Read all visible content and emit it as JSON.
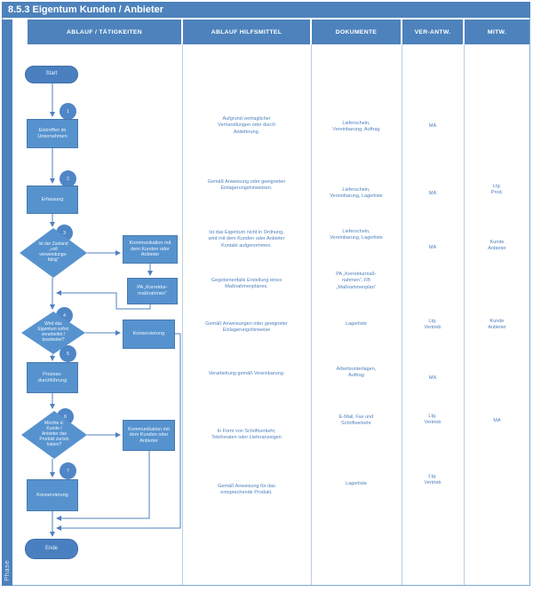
{
  "title": "8.5.3 Eigentum Kunden / Anbieter",
  "phase_label": "Phase",
  "columns": {
    "activities": "ABLAUF / TÄTIGKEITEN",
    "tools": "ABLAUF HILFSMITTEL",
    "documents": "DOKUMENTE",
    "responsible": "VER-ANTW.",
    "participants": "MITW."
  },
  "flow": {
    "start": "Start",
    "end": "Ende",
    "step1": {
      "num": "1",
      "label": "Eintreffen im\nUnternehmen"
    },
    "step2": {
      "num": "2",
      "label": "Erfassung"
    },
    "step3": {
      "num": "3",
      "label": "Ist der Zustand\n„voll\nverwendungs-\nfähig“"
    },
    "step4": {
      "num": "4",
      "label": "Wird das\nEigentum sofort\nverarbeitet /\nbearbeitet?"
    },
    "step5": {
      "num": "5",
      "label": "Prozess-\ndurchführung"
    },
    "step6": {
      "num": "6",
      "label": "Möchte d.\nKunde /\nAnbieter das\nProdukt zurück\nhaben?"
    },
    "step7": {
      "num": "7",
      "label": "Konservierung"
    },
    "box_komm3": "Kommunikation mit\ndem Kunden oder\nAnbieter",
    "box_pa": "PA „Korrektur-\nmaßnahmen“",
    "box_konservierung": "Konservierung",
    "box_komm6": "Kommunikation mit\ndem Kunden oder\nAnbieter"
  },
  "tools_col": {
    "t1": "Aufgrund vertraglicher\nVerhandlungen oder durch\nAnlieferung.",
    "t2": "Gemäß Anweisung oder geeigneten\nEinlagerungshinweisen.",
    "t3": "Ist das Eigentum nicht in Ordnung,\nwird mit dem Kunden oder Anbieter\nKontakt aufgenommen.",
    "t4": "Gegebenenfalls Erstellung eines\nMaßnahmenplanes.",
    "t5": "Gemäß Anweisungen oder geeigneter\nEinlagerungshinweise",
    "t6": "Verarbeitung gemäß Vereinbarung.",
    "t7": "In Form von Schriftverkehr,\nTelefonaten oder Lieferanzeigen",
    "t8": "Gemäß Anweisung für das\nentsprechende Produkt."
  },
  "documents_col": {
    "d1": "Lieferschein,\nVereinbarung, Auftrag",
    "d2": "Lieferschein,\nVereinbarung, Lagerliste",
    "d3": "Lieferschein,\nVereinbarung, Lagerliste",
    "d4": "PA „Korrekturmaß-\nnahmen“, FB\n„Maßnahmenplan“",
    "d5": "Lagerliste",
    "d6": "Arbeitsunterlagen,\nAuftrag",
    "d7": "E-Mail, Fax und\nSchriftverkehr",
    "d8": "Lagerliste"
  },
  "responsible_col": {
    "r1": "MA",
    "r2": "MA",
    "r3": "MA",
    "r4": "Ltg.\nVertrieb",
    "r5": "MA",
    "r6": "Ltg.\nVertrieb",
    "r7": "Ltg.\nVertrieb"
  },
  "participants_col": {
    "p2": "Ltg.\nProd.",
    "p3": "Kunde\nAnbieter",
    "p4": "Kunde\nAnbieter",
    "p6": "MA"
  },
  "colors": {
    "accent": "#4d82bc",
    "shape_fill": "#5693ce",
    "oval_fill": "#4a80c0",
    "line": "#4f81bd",
    "note_text": "#4f81bd"
  }
}
